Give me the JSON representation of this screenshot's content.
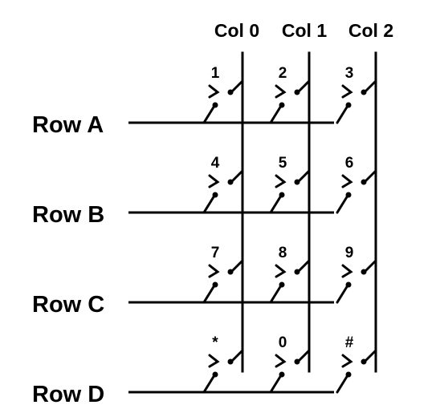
{
  "columns": [
    {
      "label": "Col 0"
    },
    {
      "label": "Col 1"
    },
    {
      "label": "Col 2"
    }
  ],
  "rows": [
    {
      "label": "Row A",
      "keys": [
        "1",
        "2",
        "3"
      ]
    },
    {
      "label": "Row B",
      "keys": [
        "4",
        "5",
        "6"
      ]
    },
    {
      "label": "Row C",
      "keys": [
        "7",
        "8",
        "9"
      ]
    },
    {
      "label": "Row D",
      "keys": [
        "*",
        "0",
        "#"
      ]
    }
  ],
  "colors": {
    "wire": "#000000",
    "background": "#ffffff"
  }
}
